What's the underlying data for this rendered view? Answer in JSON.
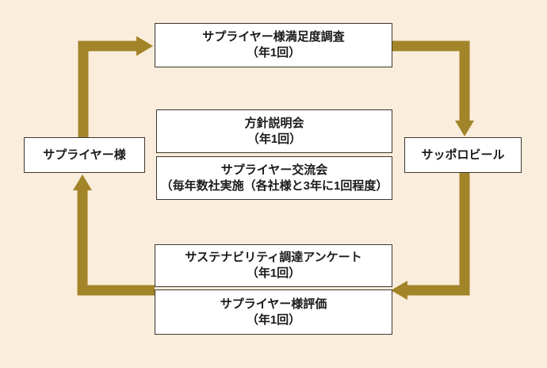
{
  "colors": {
    "background": "#FAEDDB",
    "arrow_gold": "#A28429",
    "box_border": "#3C372F",
    "box_fill": "#FFFFFF",
    "text": "#1A1A1A"
  },
  "diagram": {
    "left_entity": {
      "label": "サプライヤー様"
    },
    "right_entity": {
      "label": "サッポロビール"
    },
    "top_flow": {
      "line1": "サプライヤー様満足度調査",
      "line2": "（年1回）"
    },
    "middle_items": [
      {
        "line1": "方針説明会",
        "line2": "（年1回）"
      },
      {
        "line1": "サプライヤー交流会",
        "line2": "（毎年数社実施（各社様と3年に1回程度）"
      }
    ],
    "bottom_flow": [
      {
        "line1": "サステナビリティ調達アンケート",
        "line2": "（年1回）"
      },
      {
        "line1": "サプライヤー様評価",
        "line2": "（年1回）"
      }
    ],
    "arrows": [
      {
        "from": "サプライヤー様",
        "to": "サプライヤー様満足度調査"
      },
      {
        "from": "サプライヤー様満足度調査",
        "to": "サッポロビール"
      },
      {
        "from": "サッポロビール",
        "to": "サステナビリティ調達アンケート・サプライヤー様評価"
      },
      {
        "from": "サステナビリティ調達アンケート・サプライヤー様評価",
        "to": "サプライヤー様"
      }
    ]
  }
}
